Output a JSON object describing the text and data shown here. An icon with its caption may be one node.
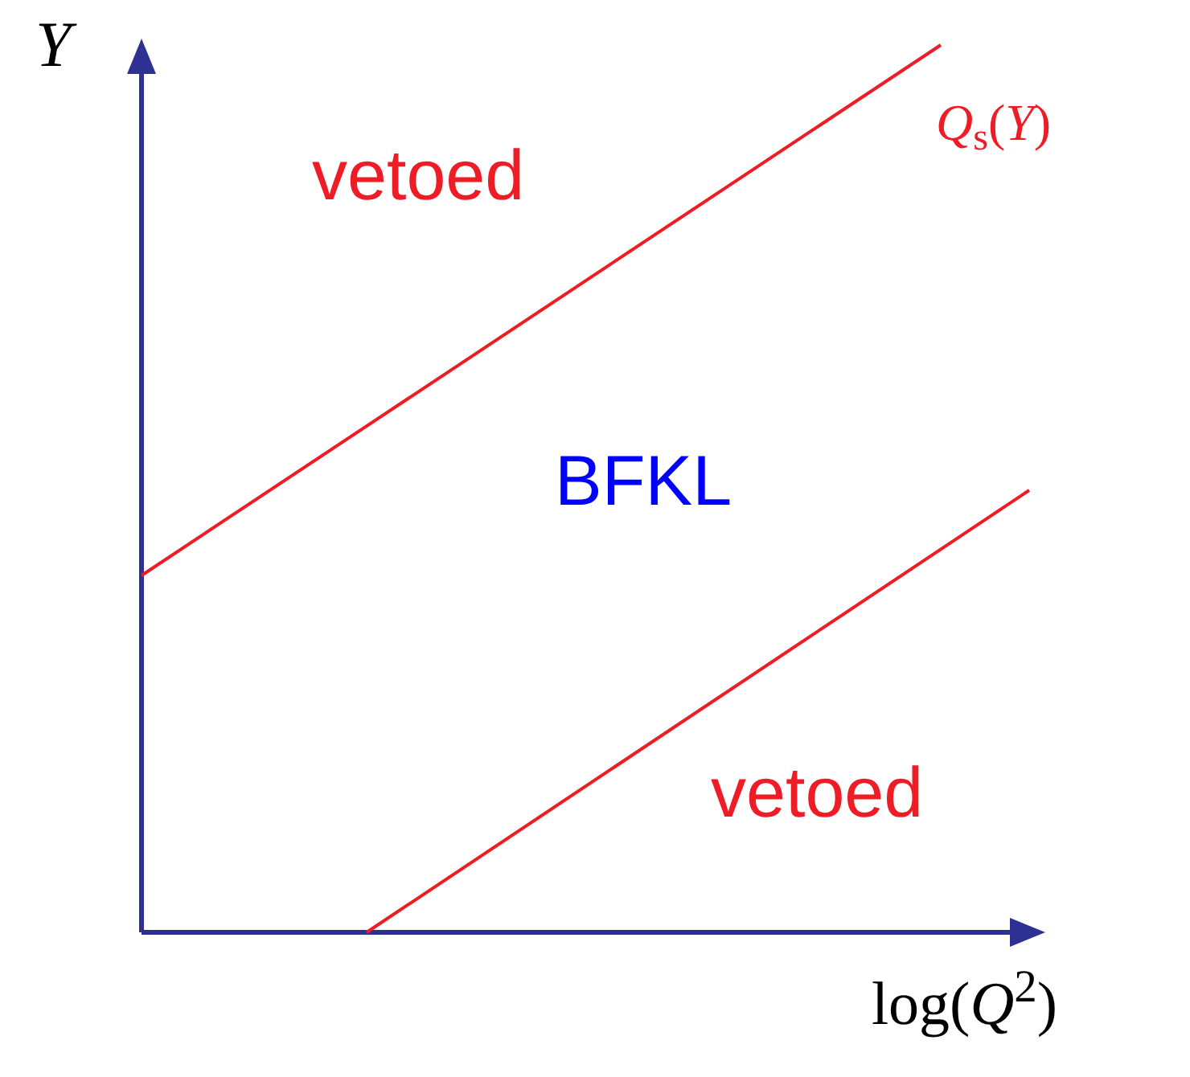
{
  "diagram": {
    "labels": [
      "Y",
      "vetoed",
      "*Q*$_{s}$(*Y*)",
      "BFKL",
      "vetoed",
      "log(*Q*$^{2}$)"
    ]
  }
}
